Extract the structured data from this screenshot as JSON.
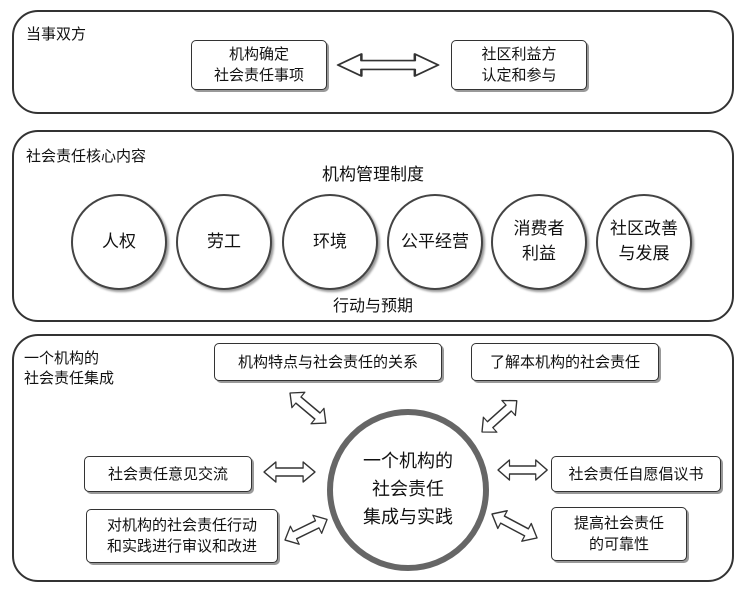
{
  "panel1": {
    "title": "当事双方",
    "left_box": "机构确定\n社会责任事项",
    "right_box": "社区利益方\n认定和参与"
  },
  "panel2": {
    "title": "社会责任核心内容",
    "top_label": "机构管理制度",
    "bottom_label": "行动与预期",
    "circles": [
      "人权",
      "劳工",
      "环境",
      "公平经营",
      "消费者\n利益",
      "社区改善\n与发展"
    ]
  },
  "panel3": {
    "title": "一个机构的\n社会责任集成",
    "center": "一个机构的\n社会责任\n集成与实践",
    "boxes": [
      "机构特点与社会责任的关系",
      "了解本机构的社会责任",
      "社会责任意见交流",
      "社会责任自愿倡议书",
      "对机构的社会责任行动\n和实践进行审议和改进",
      "提高社会责任\n的可靠性"
    ]
  }
}
